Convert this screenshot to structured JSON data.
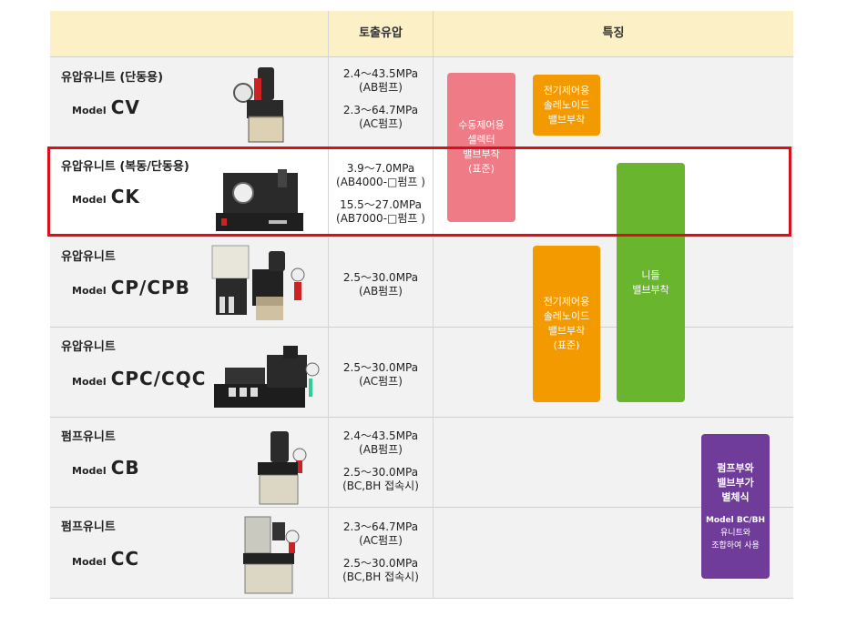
{
  "header": {
    "col_pressure": "토출유압",
    "col_features": "특징"
  },
  "rows": [
    {
      "name": "유압유니트 (단동용)",
      "model_prefix": "Model",
      "model": "CV",
      "p1": "2.4～43.5MPa",
      "p1s": "(AB펌프)",
      "p2": "2.3～64.7MPa",
      "p2s": "(AC펌프)"
    },
    {
      "name": "유압유니트 (복동/단동용)",
      "model_prefix": "Model",
      "model": "CK",
      "p1": "3.9～7.0MPa",
      "p1s": "(AB4000-□펌프 )",
      "p2": "15.5～27.0MPa",
      "p2s": "(AB7000-□펌프 )"
    },
    {
      "name": "유압유니트",
      "model_prefix": "Model",
      "model": "CP/CPB",
      "p1": "2.5～30.0MPa",
      "p1s": "(AB펌프)"
    },
    {
      "name": "유압유니트",
      "model_prefix": "Model",
      "model": "CPC/CQC",
      "p1": "2.5～30.0MPa",
      "p1s": "(AC펌프)"
    },
    {
      "name": "펌프유니트",
      "model_prefix": "Model",
      "model": "CB",
      "p1": "2.4～43.5MPa",
      "p1s": "(AB펌프)",
      "p2": "2.5～30.0MPa",
      "p2s": "(BC,BH 접속시)"
    },
    {
      "name": "펌프유니트",
      "model_prefix": "Model",
      "model": "CC",
      "p1": "2.3～64.7MPa",
      "p1s": "(AC펌프)",
      "p2": "2.5～30.0MPa",
      "p2s": "(BC,BH 접속시)"
    }
  ],
  "features": {
    "manual": [
      "수동제어용",
      "셀렉터",
      "밸브부착",
      "(표준)"
    ],
    "solenoid_cv": [
      "전기제어용",
      "솔레노이드",
      "밸브부착"
    ],
    "solenoid_std": [
      "전기제어용",
      "솔레노이드",
      "밸브부착",
      "(표준)"
    ],
    "needle": [
      "니들",
      "밸브부착"
    ],
    "separate": [
      "펌프부와",
      "밸브부가",
      "별체식"
    ],
    "separate_note": [
      "Model BC/BH",
      "유니트와",
      "조합하여 사용"
    ]
  },
  "colors": {
    "header_bg": "#fcf0c6",
    "highlight": "#d8101c",
    "pink": "#ee7b86",
    "orange": "#f39a00",
    "green": "#69b52d",
    "purple": "#6f3c9a"
  }
}
